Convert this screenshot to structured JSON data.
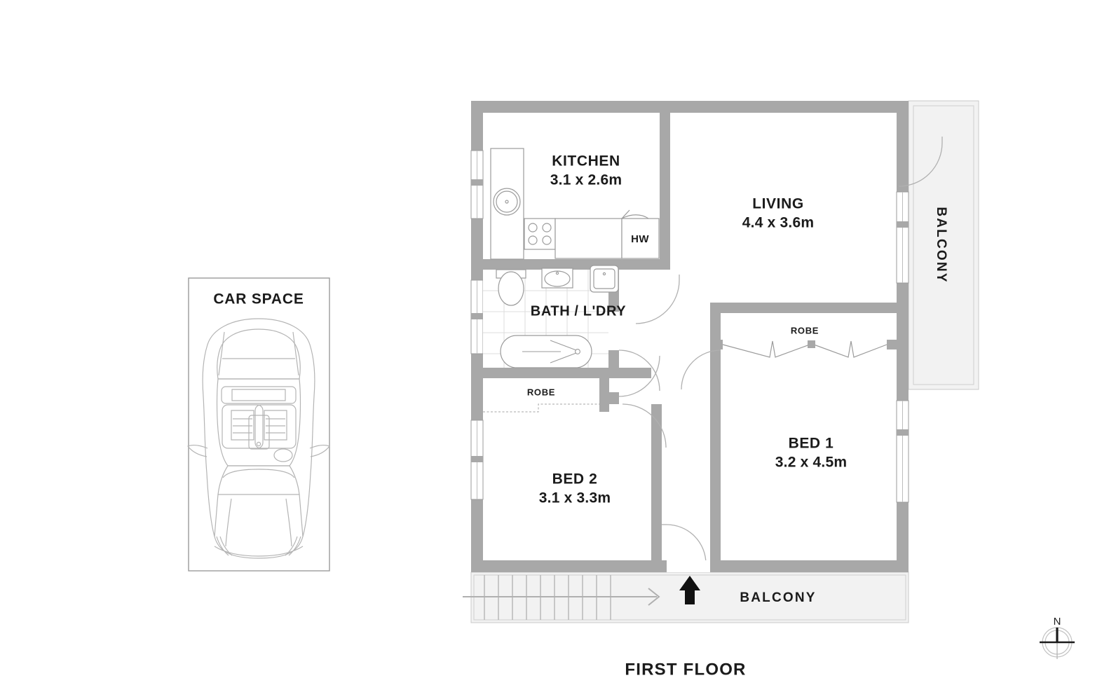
{
  "plan": {
    "floor_label": "FIRST FLOOR",
    "north_label": "N",
    "wall_color": "#a8a8a8",
    "balcony_fill": "#f2f2f2",
    "line_color": "#9b9b9b",
    "text_color": "#1b1b1b"
  },
  "car_space": {
    "label": "CAR SPACE"
  },
  "rooms": [
    {
      "key": "kitchen",
      "name": "KITCHEN",
      "dimensions": "3.1 x 2.6m"
    },
    {
      "key": "living",
      "name": "LIVING",
      "dimensions": "4.4 x 3.6m"
    },
    {
      "key": "bed1",
      "name": "BED 1",
      "dimensions": "3.2 x 4.5m"
    },
    {
      "key": "bed2",
      "name": "BED 2",
      "dimensions": "3.1 x 3.3m"
    }
  ],
  "labels": {
    "bath": "BATH / L'DRY",
    "hw": "HW",
    "robe_bed1": "ROBE",
    "robe_bed2": "ROBE",
    "balcony_east": "BALCONY",
    "balcony_south": "BALCONY"
  }
}
